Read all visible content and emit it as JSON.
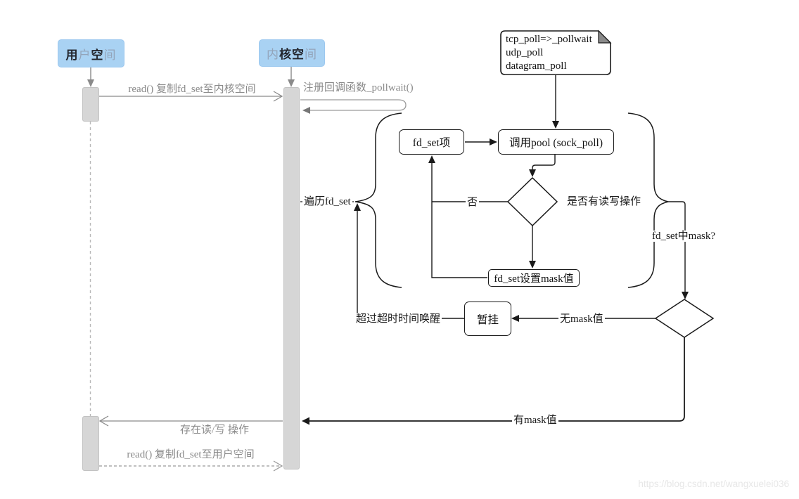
{
  "colors": {
    "header_fill": "#a9d2f3",
    "header_text_dark": "#23262e",
    "header_text_light": "#93a4ba",
    "activation_bar": "#d6d6d6",
    "sequence_gray": "#8a8a8a",
    "flow_black": "#1a1a1a",
    "watermark_gray": "#e7e7e7"
  },
  "lifelines": {
    "user": {
      "label": "用户空间",
      "bold_mask": [
        1,
        0,
        1,
        0
      ]
    },
    "kernel": {
      "label": "内核空间",
      "bold_mask": [
        0,
        1,
        1,
        0
      ]
    }
  },
  "messages": {
    "copy_to_kernel": "read() 复制fd_set至内核空间",
    "register_callback": "注册回调函数_pollwait()",
    "rw_exists": "存在读/写 操作",
    "copy_to_user": "read() 复制fd_set至用户空间"
  },
  "note": {
    "lines": [
      "tcp_poll=>_pollwait",
      "udp_poll",
      "datagram_poll"
    ]
  },
  "flow": {
    "nodes": {
      "fd_item": "fd_set项",
      "call_poll": "调用pool (sock_poll)",
      "set_mask": "fd_set设置mask值",
      "suspend": "暂挂"
    },
    "labels": {
      "iterate": "遍历fd_set",
      "no": "否",
      "rw_question": "是否有读写操作",
      "mask_question": "fd_set中mask?",
      "no_mask": "无mask值",
      "wake": "超过超时时间唤醒",
      "has_mask": "有mask值"
    }
  },
  "watermark": "https://blog.csdn.net/wangxuelei036"
}
